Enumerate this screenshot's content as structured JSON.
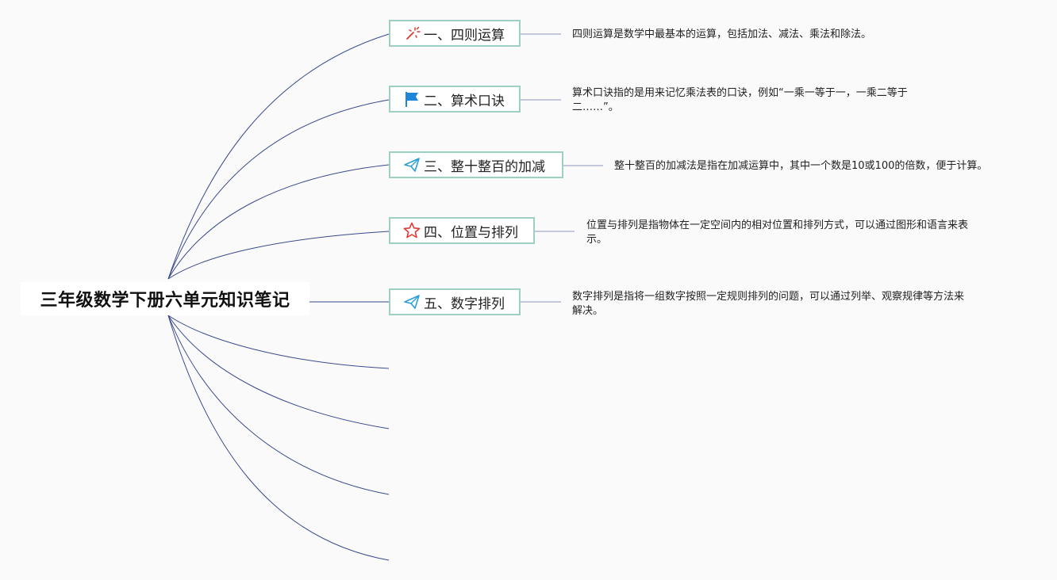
{
  "root": {
    "title": "三年级数学下册六单元知识笔记"
  },
  "topics": [
    {
      "label": "一、四则运算",
      "icon": "magic-wand-icon",
      "note": "四则运算是数学中最基本的运算，包括加法、减法、乘法和除法。"
    },
    {
      "label": "二、算术口诀",
      "icon": "flag-icon",
      "note": "算术口诀指的是用来记忆乘法表的口诀，例如“一乘一等于一，一乘二等于二……”。"
    },
    {
      "label": "三、整十整百的加减",
      "icon": "paper-plane-icon",
      "note": "整十整百的加减法是指在加减运算中，其中一个数是10或100的倍数，便于计算。"
    },
    {
      "label": "四、位置与排列",
      "icon": "star-icon",
      "note": "位置与排列是指物体在一定空间内的相对位置和排列方式，可以通过图形和语言来表示。"
    },
    {
      "label": "五、数字排列",
      "icon": "paper-plane-icon",
      "note": "数字排列是指将一组数字按照一定规则排列的问题，可以通过列举、观察规律等方法来解决。"
    }
  ],
  "colors": {
    "branch_line": "#3b4a8c",
    "topic_border": "#9fcfc4",
    "note_line": "#8f96c0"
  }
}
